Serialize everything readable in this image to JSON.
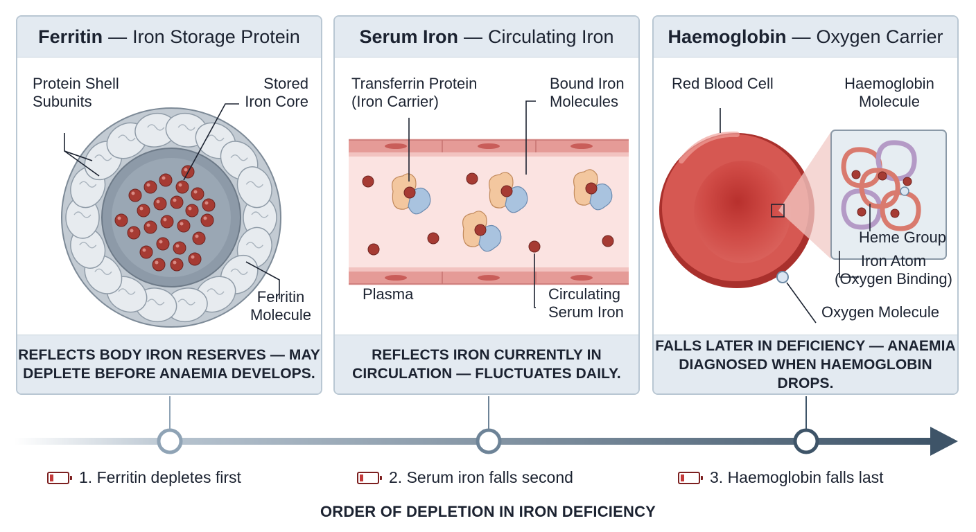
{
  "panels": [
    {
      "title_bold": "Ferritin",
      "title_sep": "—",
      "title_rest": "Iron Storage Protein",
      "labels": {
        "shell": "Protein Shell\nSubunits",
        "core": "Stored\nIron Core",
        "molecule": "Ferritin\nMolecule"
      },
      "caption": "REFLECTS BODY IRON RESERVES — MAY\nDEPLETE BEFORE ANAEMIA DEVELOPS."
    },
    {
      "title_bold": "Serum Iron",
      "title_sep": "—",
      "title_rest": "Circulating Iron",
      "labels": {
        "transferrin": "Transferrin Protein\n(Iron Carrier)",
        "bound": "Bound Iron\nMolecules",
        "plasma": "Plasma",
        "serum": "Circulating\nSerum Iron"
      },
      "caption": "REFLECTS IRON CURRENTLY IN\nCIRCULATION — FLUCTUATES DAILY."
    },
    {
      "title_bold": "Haemoglobin",
      "title_sep": "—",
      "title_rest": "Oxygen Carrier",
      "labels": {
        "rbc": "Red Blood Cell",
        "hb": "Haemoglobin\nMolecule",
        "heme": "Heme Group",
        "iron": "Iron Atom\n(Oxygen Binding)",
        "oxygen": "Oxygen Molecule"
      },
      "caption": "FALLS LATER IN DEFICIENCY — ANAEMIA\nDIAGNOSED WHEN HAEMOGLOBIN DROPS."
    }
  ],
  "timeline": {
    "steps": [
      {
        "label": "1. Ferritin depletes first",
        "color": "#8fa3b5"
      },
      {
        "label": "2. Serum iron falls second",
        "color": "#6d8397"
      },
      {
        "label": "3. Haemoglobin falls last",
        "color": "#3e5468"
      }
    ],
    "title": "ORDER OF DEPLETION IN IRON DEFICIENCY",
    "arrow_color": "#3e5468"
  },
  "colors": {
    "panel_border": "#b9c7d3",
    "panel_band": "#e3eaf1",
    "iron": "#a63b33",
    "rbc": "#c8433f"
  }
}
